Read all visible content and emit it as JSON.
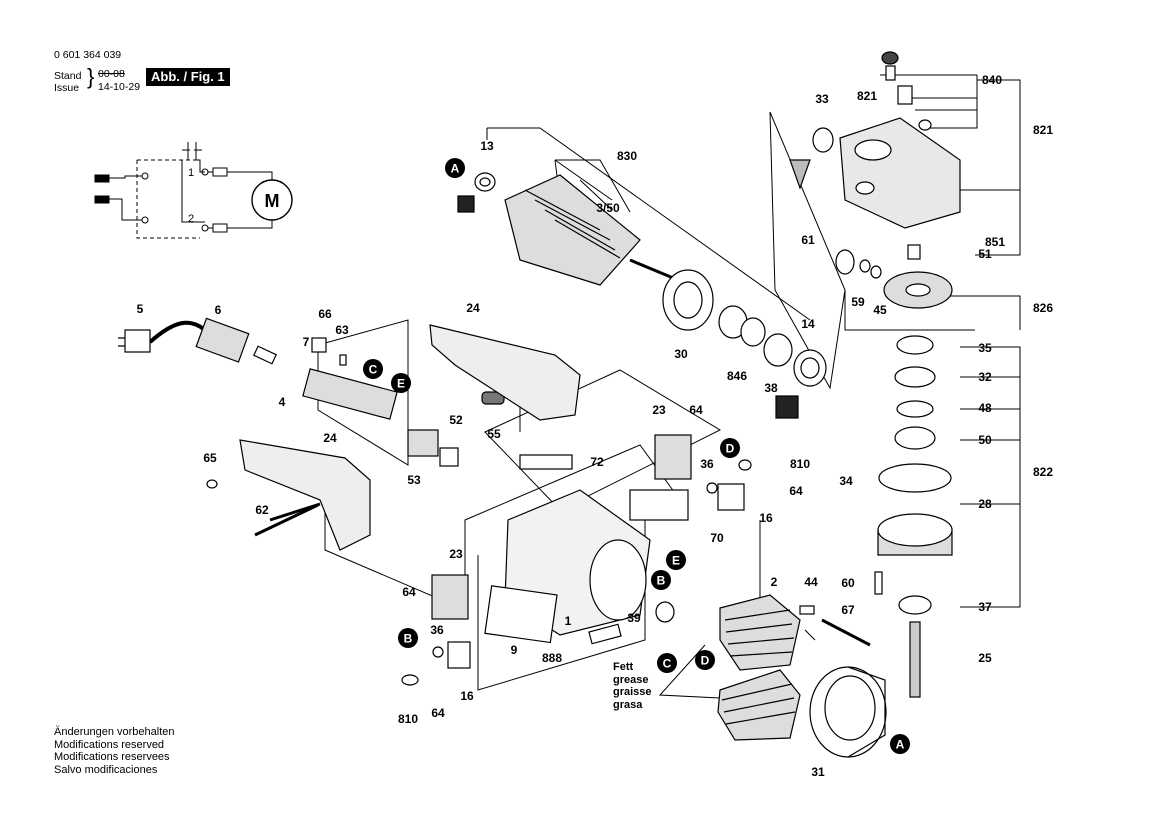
{
  "header": {
    "part_number": "0 601 364 039",
    "stand_label": "Stand",
    "issue_label": "Issue",
    "stand_old": "00-08",
    "issue_date": "14-10-29",
    "figure_badge": "Abb. / Fig. 1"
  },
  "schematic": {
    "motor_symbol": "M",
    "terminal_1": "1",
    "terminal_2": "2"
  },
  "grease_note": [
    "Fett",
    "grease",
    "graisse",
    "grasa"
  ],
  "footer": [
    "Änderungen vorbehalten",
    "Modifications reserved",
    "Modifications reservees",
    "Salvo modificaciones"
  ],
  "callouts": [
    {
      "label": "A"
    },
    {
      "label": "C"
    },
    {
      "label": "E"
    },
    {
      "label": "D"
    },
    {
      "label": "E"
    },
    {
      "label": "B"
    },
    {
      "label": "B"
    },
    {
      "label": "C"
    },
    {
      "label": "D"
    },
    {
      "label": "A"
    }
  ],
  "part_labels": [
    "13",
    "830",
    "3/50",
    "14",
    "30",
    "846",
    "38",
    "840",
    "821",
    "821",
    "33",
    "61",
    "851",
    "51",
    "59",
    "45",
    "826",
    "35",
    "32",
    "48",
    "50",
    "34",
    "28",
    "822",
    "60",
    "37",
    "25",
    "5",
    "6",
    "66",
    "63",
    "7",
    "4",
    "24",
    "52",
    "55",
    "53",
    "24",
    "65",
    "62",
    "23",
    "64",
    "72",
    "810",
    "36",
    "64",
    "16",
    "70",
    "23",
    "64",
    "36",
    "16",
    "810",
    "64",
    "1",
    "9",
    "888",
    "39",
    "2",
    "44",
    "67",
    "31"
  ]
}
